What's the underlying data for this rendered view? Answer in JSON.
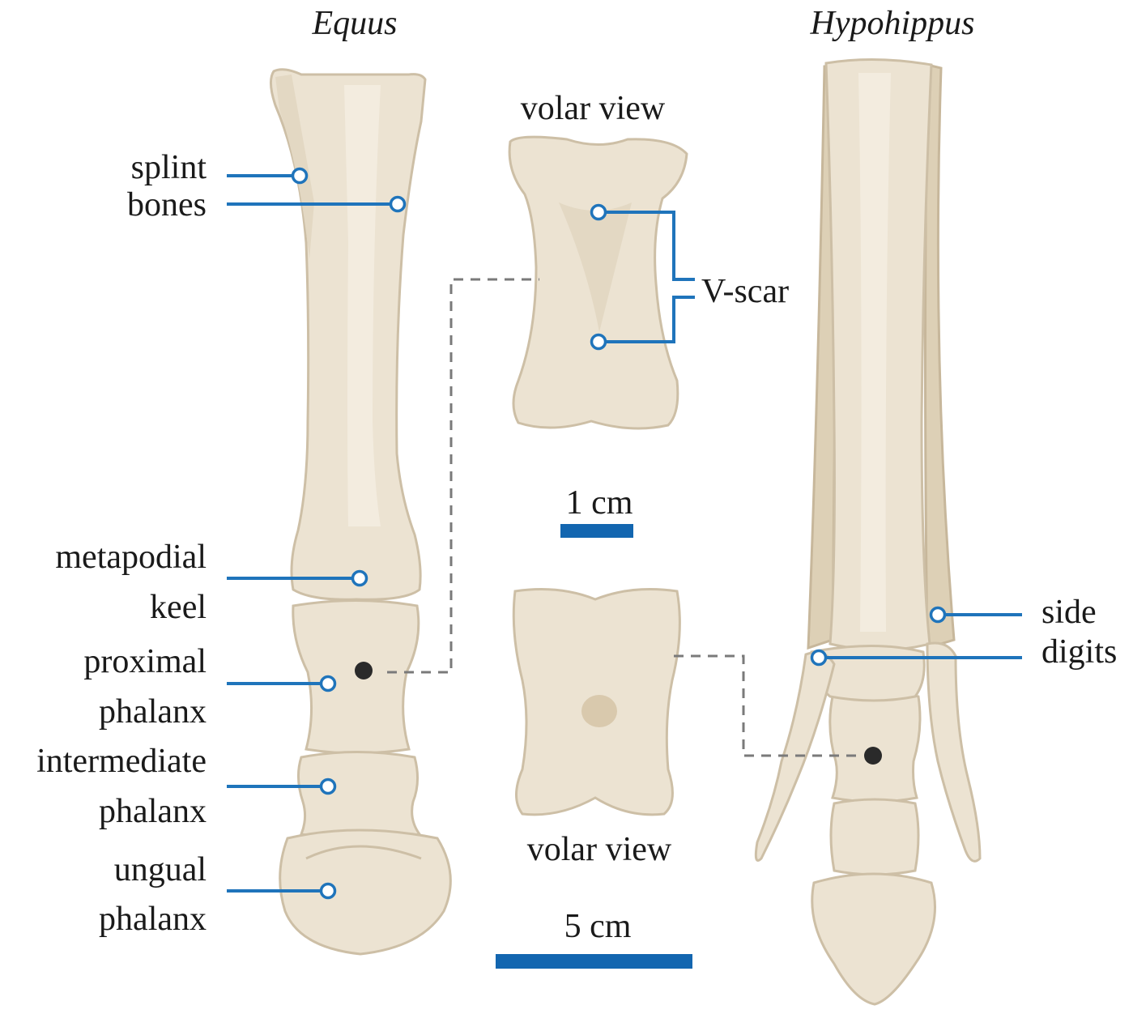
{
  "titles": {
    "left": "Equus",
    "right": "Hypohippus"
  },
  "center": {
    "top_view_label": "volar view",
    "bottom_view_label": "volar view",
    "v_scar_label": "V-scar",
    "scale_small": {
      "label": "1 cm",
      "length_cm": 1
    },
    "scale_large": {
      "label": "5 cm",
      "length_cm": 5
    }
  },
  "left_labels": {
    "splint": [
      "splint",
      "bones"
    ],
    "metapodial": [
      "metapodial",
      "keel"
    ],
    "proximal": [
      "proximal",
      "phalanx"
    ],
    "intermediate": [
      "intermediate",
      "phalanx"
    ],
    "ungual": [
      "ungual",
      "phalanx"
    ]
  },
  "right_labels": {
    "side_digits": [
      "side",
      "digits"
    ]
  },
  "colors": {
    "bone_fill": "#ece3d2",
    "bone_outline": "#cdbfa6",
    "leader_blue": "#1f74bb",
    "scale_blue": "#1366b0",
    "dash_gray": "#7a7a7a"
  }
}
